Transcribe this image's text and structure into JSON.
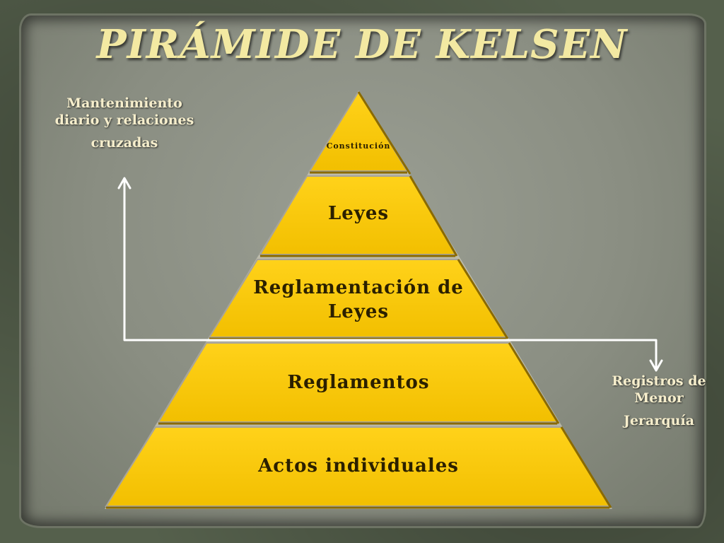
{
  "title": "PIRÁMIDE DE KELSEN",
  "left_annotation": {
    "line1": "Mantenimiento diario y relaciones",
    "line2": "cruzadas"
  },
  "right_annotation": {
    "line1": "Registros de Menor",
    "line2": "Jerarquía"
  },
  "pyramid": {
    "tiers": [
      "Constitución",
      "Leyes",
      "Reglamentación de Leyes",
      "Reglamentos",
      "Actos individuales"
    ],
    "fill_color": "#f7c600",
    "shade_color": "#8a6a00"
  },
  "colors": {
    "title": "#f3e9a2",
    "background": "#8a8e82",
    "arrow": "#ffffff"
  }
}
